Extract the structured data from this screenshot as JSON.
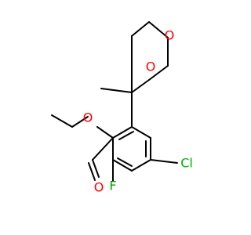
{
  "diagram": {
    "atoms": {
      "o_ring_top": "O",
      "o_ring_right": "O",
      "o_ethoxy": "O",
      "cl": "Cl",
      "f": "F",
      "o_aldehyde": "O"
    }
  },
  "colors": {
    "bond": "#000000",
    "oxygen": "#ff0000",
    "chlorine": "#00b000",
    "fluorine": "#00a000"
  }
}
